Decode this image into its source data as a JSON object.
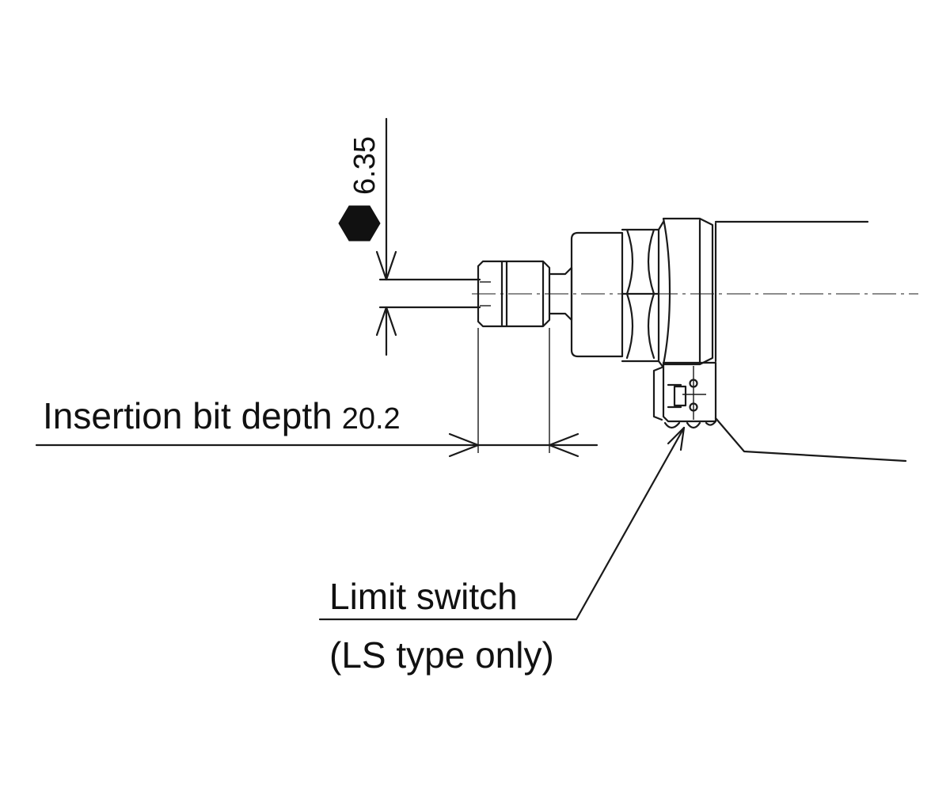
{
  "hex_symbol": "hexagon-icon",
  "hex_size": "6.35",
  "insertion": {
    "label": "Insertion bit depth",
    "value": "20.2"
  },
  "limit_switch": {
    "label": "Limit switch",
    "note": "(LS type only)"
  },
  "colors": {
    "line": "#1a1a1a",
    "background": "#ffffff"
  }
}
